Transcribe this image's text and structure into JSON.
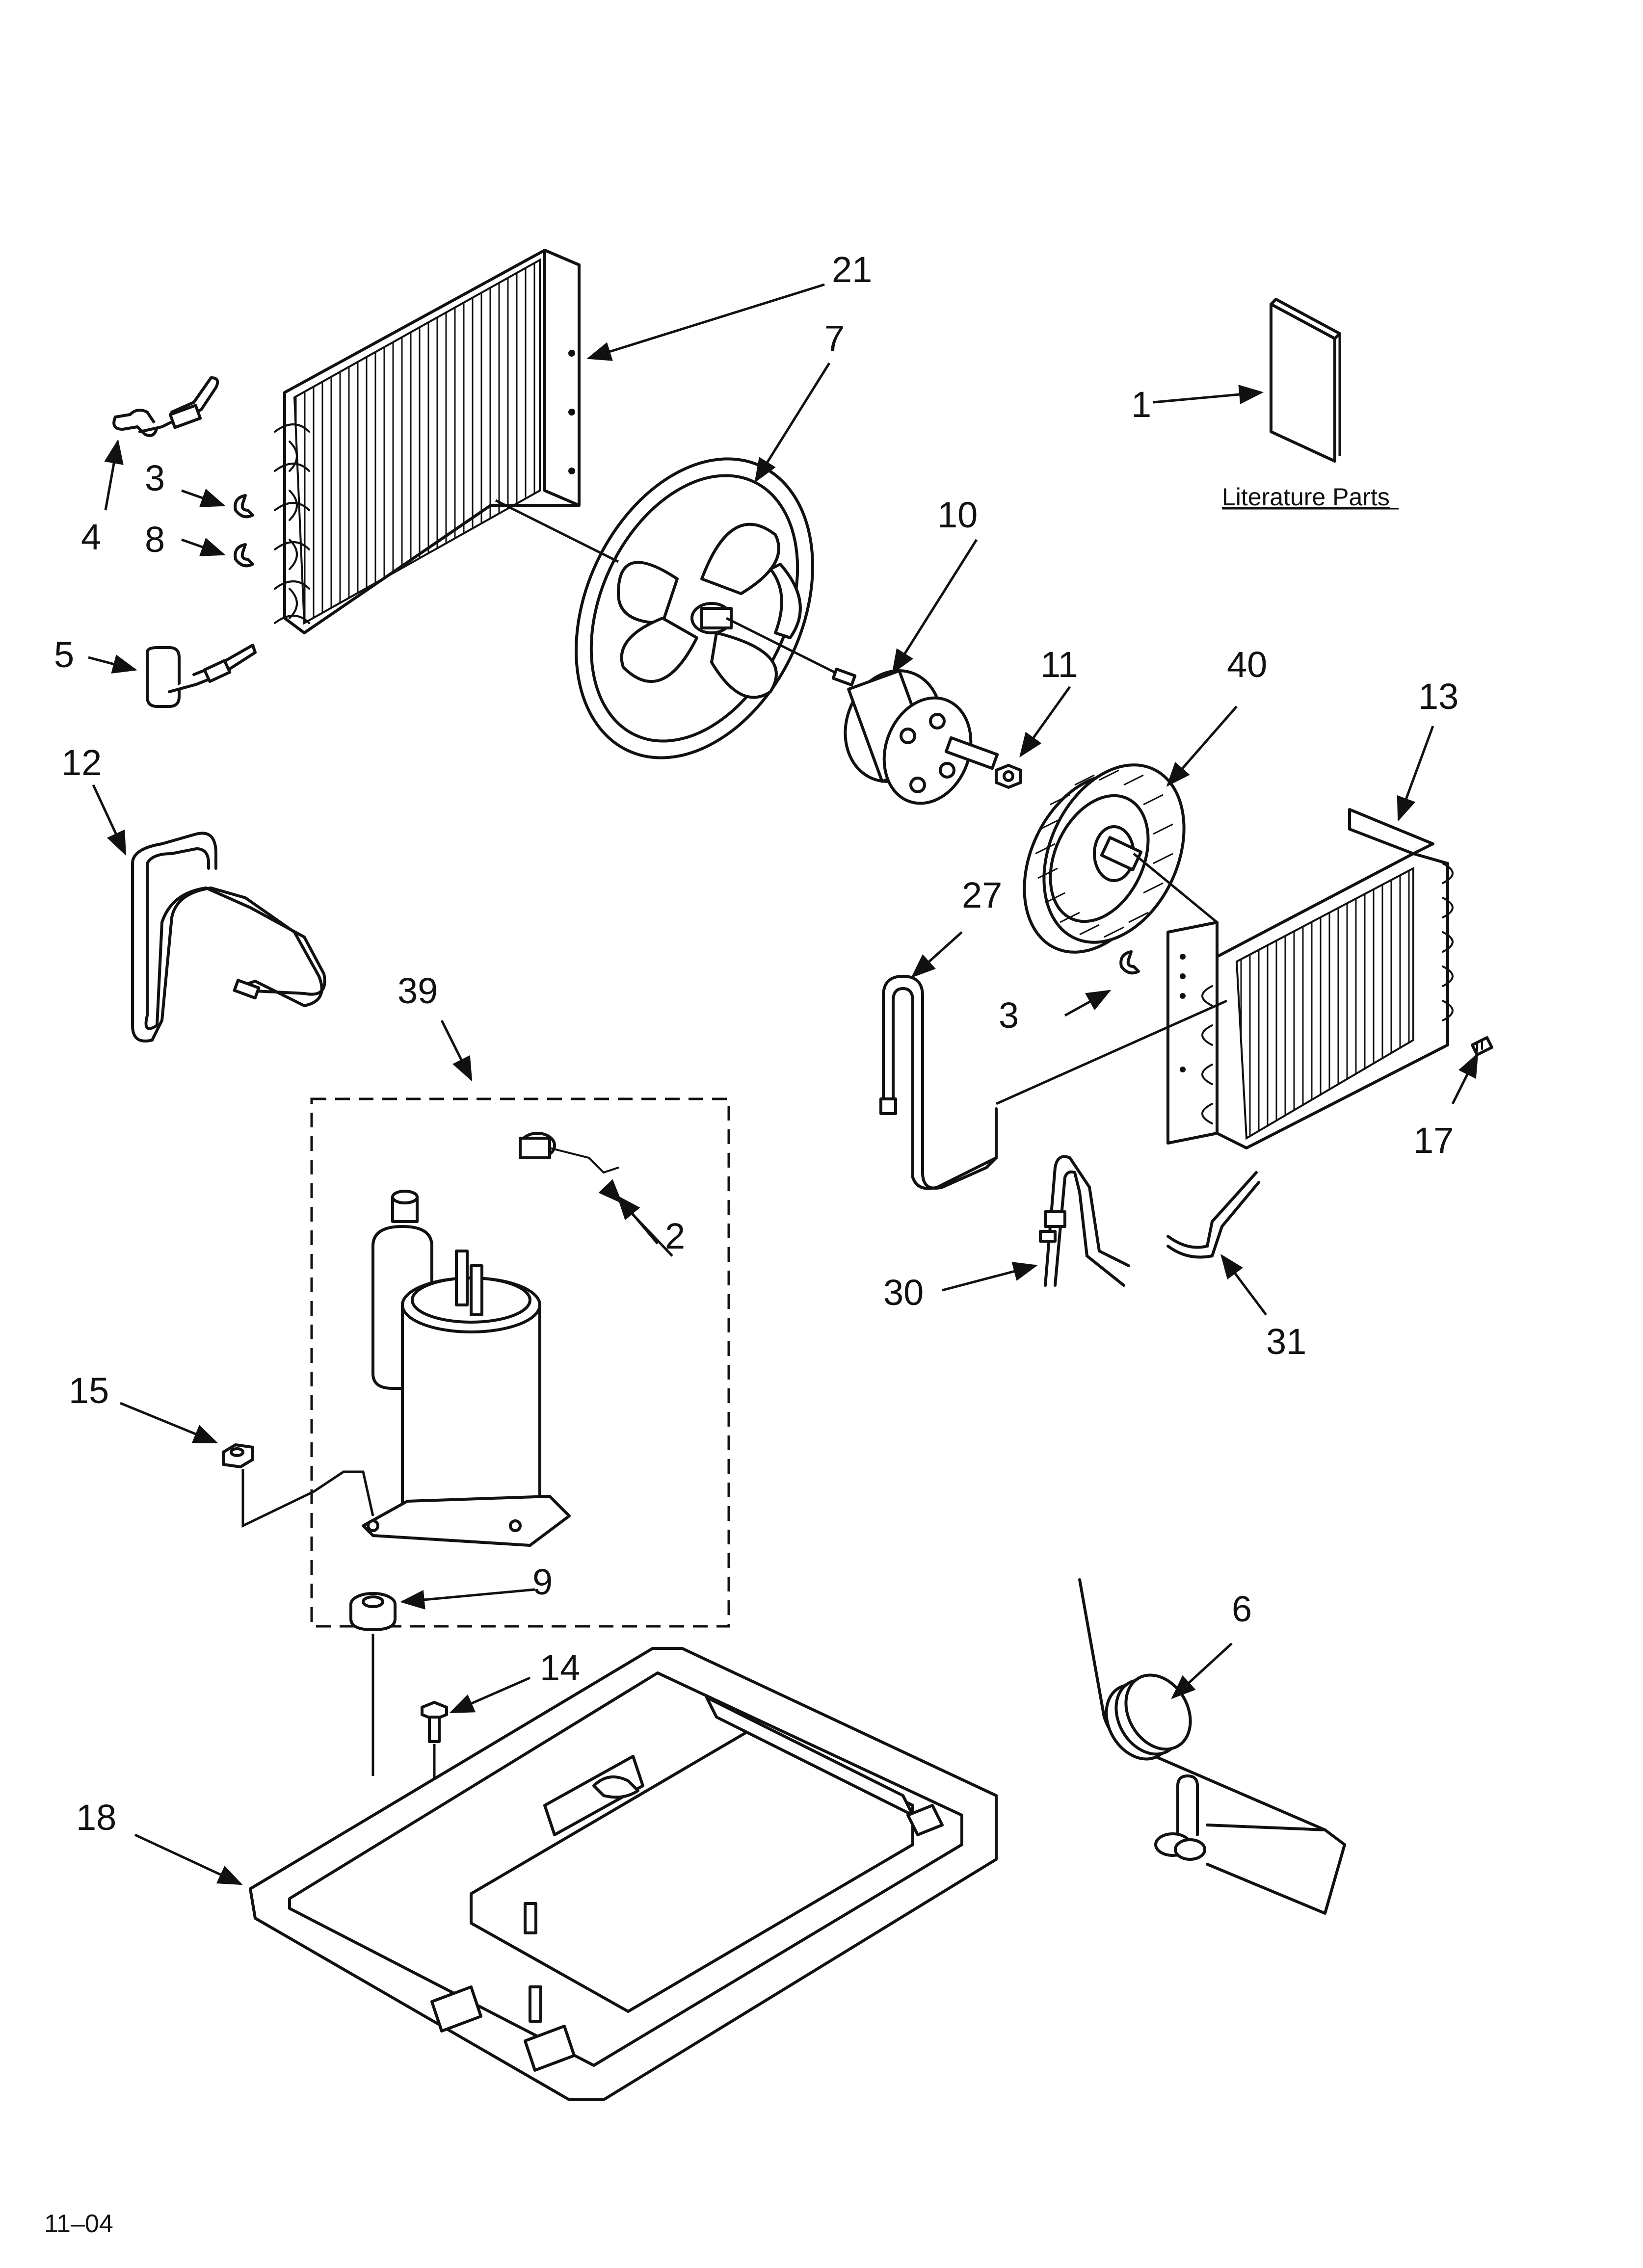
{
  "callouts": {
    "c1": "1",
    "c2": "2",
    "c3a": "3",
    "c3b": "3",
    "c4": "4",
    "c5": "5",
    "c6": "6",
    "c7": "7",
    "c8": "8",
    "c9": "9",
    "c10": "10",
    "c11": "11",
    "c12": "12",
    "c13": "13",
    "c14": "14",
    "c15": "15",
    "c17": "17",
    "c18": "18",
    "c21": "21",
    "c27": "27",
    "c30": "30",
    "c31": "31",
    "c39": "39",
    "c40": "40"
  },
  "literature_label": "Literature Parts",
  "date_code": "11–04"
}
